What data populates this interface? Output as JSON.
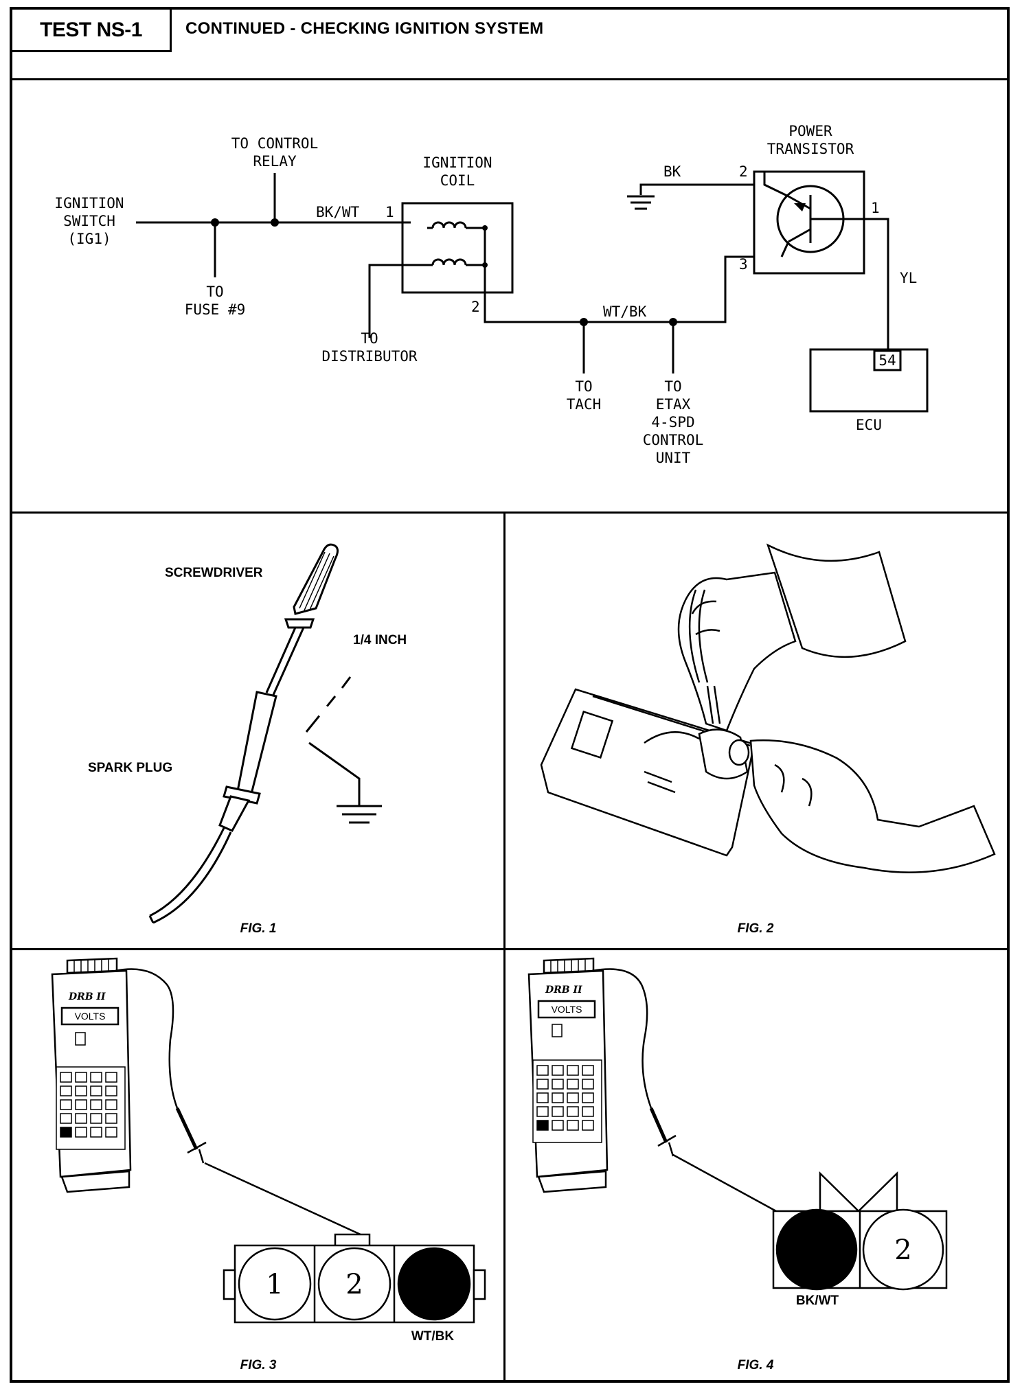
{
  "header": {
    "test_label": "TEST NS-1",
    "title": "CONTINUED - CHECKING IGNITION SYSTEM"
  },
  "schematic": {
    "ignition_switch": [
      "IGNITION",
      "SWITCH",
      "(IG1)"
    ],
    "control_relay": [
      "TO CONTROL",
      "RELAY"
    ],
    "fuse": [
      "TO",
      "FUSE #9"
    ],
    "ignition_coil": [
      "IGNITION",
      "COIL"
    ],
    "distributor": [
      "TO",
      "DISTRIBUTOR"
    ],
    "wire_bk_wt": "BK/WT",
    "wire_wt_bk": "WT/BK",
    "wire_bk": "BK",
    "wire_yl": "YL",
    "coil_pin_1": "1",
    "coil_pin_2": "2",
    "transistor": [
      "POWER",
      "TRANSISTOR"
    ],
    "transistor_pin_1": "1",
    "transistor_pin_2": "2",
    "transistor_pin_3": "3",
    "tach": [
      "TO",
      "TACH"
    ],
    "etax": [
      "TO",
      "ETAX",
      "4-SPD",
      "CONTROL",
      "UNIT"
    ],
    "ecu_pin": "54",
    "ecu": "ECU"
  },
  "fig1": {
    "caption": "FIG. 1",
    "screwdriver": "SCREWDRIVER",
    "gap": "1/4 INCH",
    "spark_plug": "SPARK PLUG"
  },
  "fig2": {
    "caption": "FIG. 2"
  },
  "fig3": {
    "caption": "FIG. 3",
    "tester_brand": "DRB II",
    "display": "VOLTS",
    "pin_1": "1",
    "pin_2": "2",
    "wire": "WT/BK"
  },
  "fig4": {
    "caption": "FIG. 4",
    "tester_brand": "DRB II",
    "display": "VOLTS",
    "pin_2": "2",
    "wire": "BK/WT"
  }
}
